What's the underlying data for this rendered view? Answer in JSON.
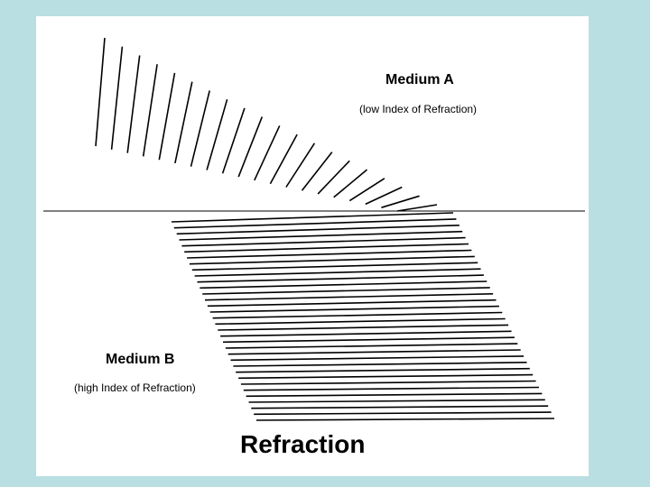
{
  "diagram": {
    "medium_a": {
      "name": "Medium A",
      "note": "(low Index of Refraction)"
    },
    "medium_b": {
      "name": "Medium B",
      "note": "(high Index of Refraction)"
    },
    "caption": "Refraction",
    "colors": {
      "background": "#b9dfe3",
      "slide": "#ffffff",
      "lines": "#000000"
    }
  }
}
